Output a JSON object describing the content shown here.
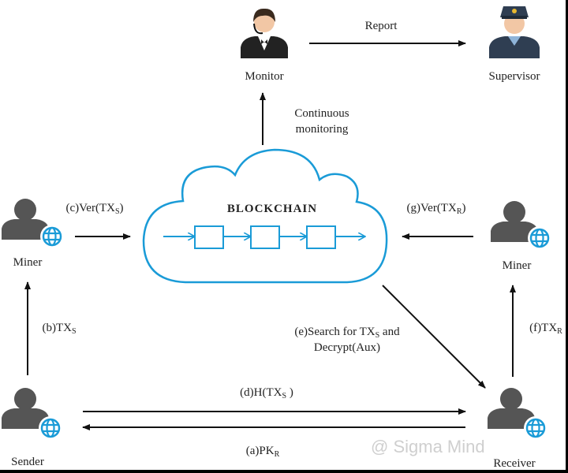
{
  "colors": {
    "person": "#555555",
    "globe": "#1a9bd7",
    "cloud": "#1a9bd7",
    "arrow": "#111111"
  },
  "nodes": {
    "monitor": "Monitor",
    "supervisor": "Supervisor",
    "miner_left": "Miner",
    "miner_right": "Miner",
    "sender": "Sender",
    "receiver": "Receiver",
    "blockchain": "BLOCKCHAIN"
  },
  "edges": {
    "report": "Report",
    "monitoring_line1": "Continuous",
    "monitoring_line2": "monitoring",
    "c": {
      "pre": "(c)Ver(TX",
      "sub": "S",
      "post": ")"
    },
    "g": {
      "pre": "(g)Ver(TX",
      "sub": "R",
      "post": ")"
    },
    "b": {
      "pre": "(b)TX",
      "sub": "S"
    },
    "f": {
      "pre": "(f)TX",
      "sub": "R"
    },
    "e": {
      "pre": "(e)Search for TX",
      "sub": "S",
      "post": " and",
      "line2": "Decrypt(Aux)"
    },
    "d": {
      "pre": "(d)H(TX",
      "sub": "S",
      "post": " )"
    },
    "a": {
      "pre": "(a)PK",
      "sub": "R"
    }
  },
  "watermark": "@ Sigma Mind"
}
